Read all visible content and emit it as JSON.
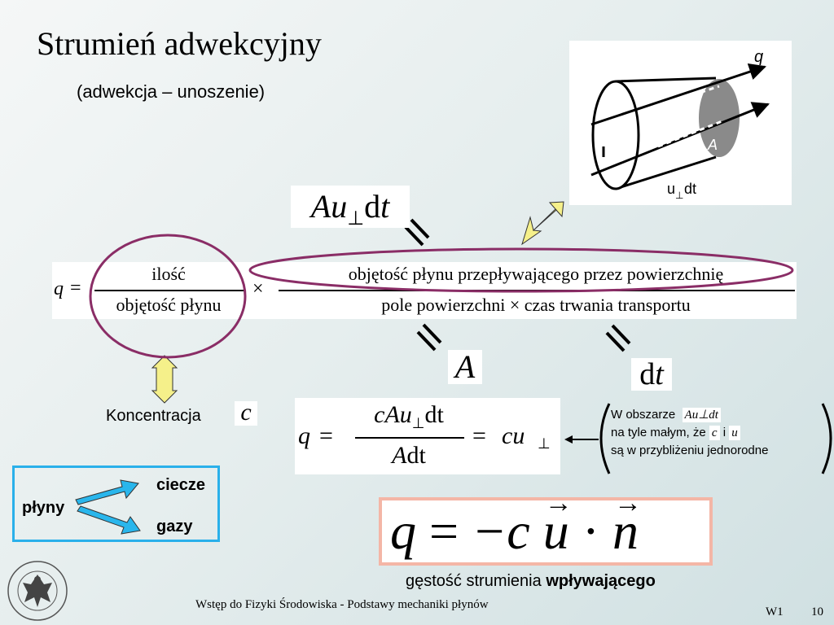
{
  "title": "Strumień adwekcyjny",
  "subtitle": "(adwekcja – unoszenie)",
  "figure": {
    "q": "q",
    "A": "A",
    "u": "u",
    "perp": "⊥",
    "dt": "dt"
  },
  "aud": {
    "A": "A",
    "u": "u",
    "perp": "⊥",
    "d": "d",
    "t": "t"
  },
  "main_formula": {
    "q": "q",
    "eq": "=",
    "num1": "ilość",
    "den1": "objętość płynu",
    "times": "×",
    "num2": "objętość płynu przepływającego przez powierzchnię",
    "den2": "pole powierzchni × czas trwania transportu"
  },
  "A_box": "A",
  "dt_box": {
    "d": "d",
    "t": "t"
  },
  "concentration": {
    "label": "Koncentracja",
    "symbol": "c"
  },
  "formula2": {
    "q": "q",
    "eq": "=",
    "num": {
      "c": "cA",
      "u": "u",
      "perp": "⊥",
      "dt": "dt"
    },
    "den": {
      "A": "A",
      "dt": "dt"
    },
    "eq2": "=",
    "cu": "cu",
    "perp": "⊥"
  },
  "note": {
    "line1": "W obszarze",
    "line1_sym": "Au⊥dt",
    "line2": "na tyle małym, że",
    "line2_c": "c",
    "line2_i": "i",
    "line2_u": "u",
    "line3": "są w przybliżeniu jednorodne"
  },
  "fluids": {
    "plyny": "płyny",
    "ciecze": "ciecze",
    "gazy": "gazy"
  },
  "final_formula": {
    "q": "q",
    "eq": "=",
    "minus_c": "−c",
    "u": "u",
    "dot": "·",
    "n": "n"
  },
  "final_caption": {
    "normal": "gęstość strumienia",
    "bold": "wpływającego"
  },
  "footer": {
    "text": "Wstęp do Fizyki Środowiska - Podstawy mechaniki płynów",
    "code": "W1",
    "page": "10"
  },
  "colors": {
    "ellipse": "#8a2d66",
    "arrow_yellow": "#f5f08a",
    "arrow_blue": "#29b6ec",
    "box_blue": "#2ab0ea",
    "box_salmon": "#f4b6a6"
  }
}
